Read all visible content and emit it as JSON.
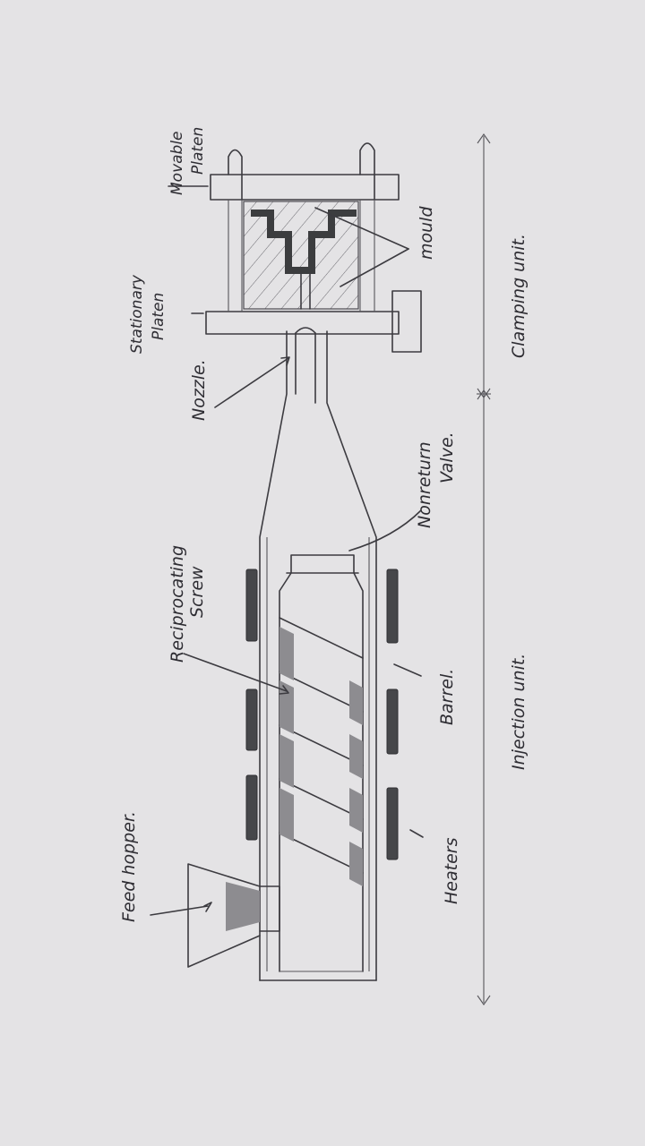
{
  "labels": {
    "feed_hopper": "Feed hopper.",
    "reciprocating_screw_1": "Reciprocating",
    "reciprocating_screw_2": "Screw",
    "heaters": "Heaters",
    "barrel": "Barrel.",
    "nonreturn_valve_1": "Nonreturn",
    "nonreturn_valve_2": "Valve.",
    "nozzle": "Nozzle.",
    "stationary_platen_1": "Stationary",
    "stationary_platen_2": "Platen",
    "movable_platen_1": "Movable",
    "movable_platen_2": "Platen",
    "mould": "mould",
    "injection_unit": "Injection  unit.",
    "clamping_unit": "Clamping  unit."
  },
  "colors": {
    "paper": "#e4e3e5",
    "ink": "#3c3b40",
    "heater": "#46474a"
  }
}
